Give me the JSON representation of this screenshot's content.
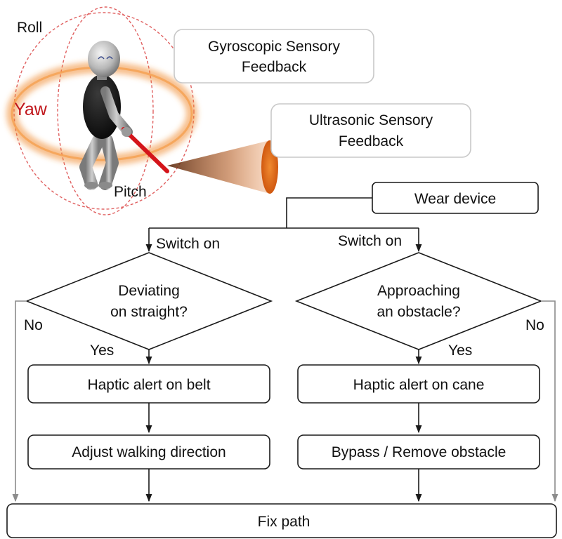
{
  "illustration": {
    "roll_label": "Roll",
    "yaw_label": "Yaw",
    "pitch_label": "Pitch",
    "gyro_box": [
      "Gyroscopic Sensory",
      "Feedback"
    ],
    "ultra_box": [
      "Ultrasonic Sensory",
      "Feedback"
    ]
  },
  "flowchart": {
    "start": "Wear device",
    "left_switch": "Switch on",
    "right_switch": "Switch on",
    "left_decision": [
      "Deviating",
      "on straight?"
    ],
    "right_decision": [
      "Approaching",
      "an obstacle?"
    ],
    "left_no": "No",
    "right_no": "No",
    "left_yes": "Yes",
    "right_yes": "Yes",
    "left_alert": "Haptic alert on belt",
    "right_alert": "Haptic alert on cane",
    "left_action": "Adjust walking direction",
    "right_action": "Bypass / Remove obstacle",
    "end": "Fix path"
  },
  "colors": {
    "yaw_red": "#c0161b",
    "orbit_dashed": "#e06060",
    "cane_red": "#d4141a",
    "beam_orange": "#e07020",
    "box_border": "#1a1a1a",
    "soft_box_border": "#c8c8c8",
    "no_arrow_gray": "#8c8c8c"
  }
}
